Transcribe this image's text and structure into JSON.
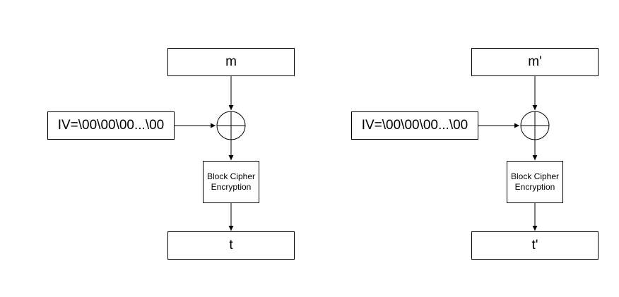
{
  "diagrams": [
    {
      "message": "m",
      "iv": "IV=\\00\\00\\00...\\00",
      "cipher_line1": "Block Cipher",
      "cipher_line2": "Encryption",
      "tag": "t"
    },
    {
      "message": "m'",
      "iv": "IV=\\00\\00\\00...\\00",
      "cipher_line1": "Block Cipher",
      "cipher_line2": "Encryption",
      "tag": "t'"
    }
  ],
  "colors": {
    "stroke": "#000000",
    "background": "#ffffff"
  }
}
